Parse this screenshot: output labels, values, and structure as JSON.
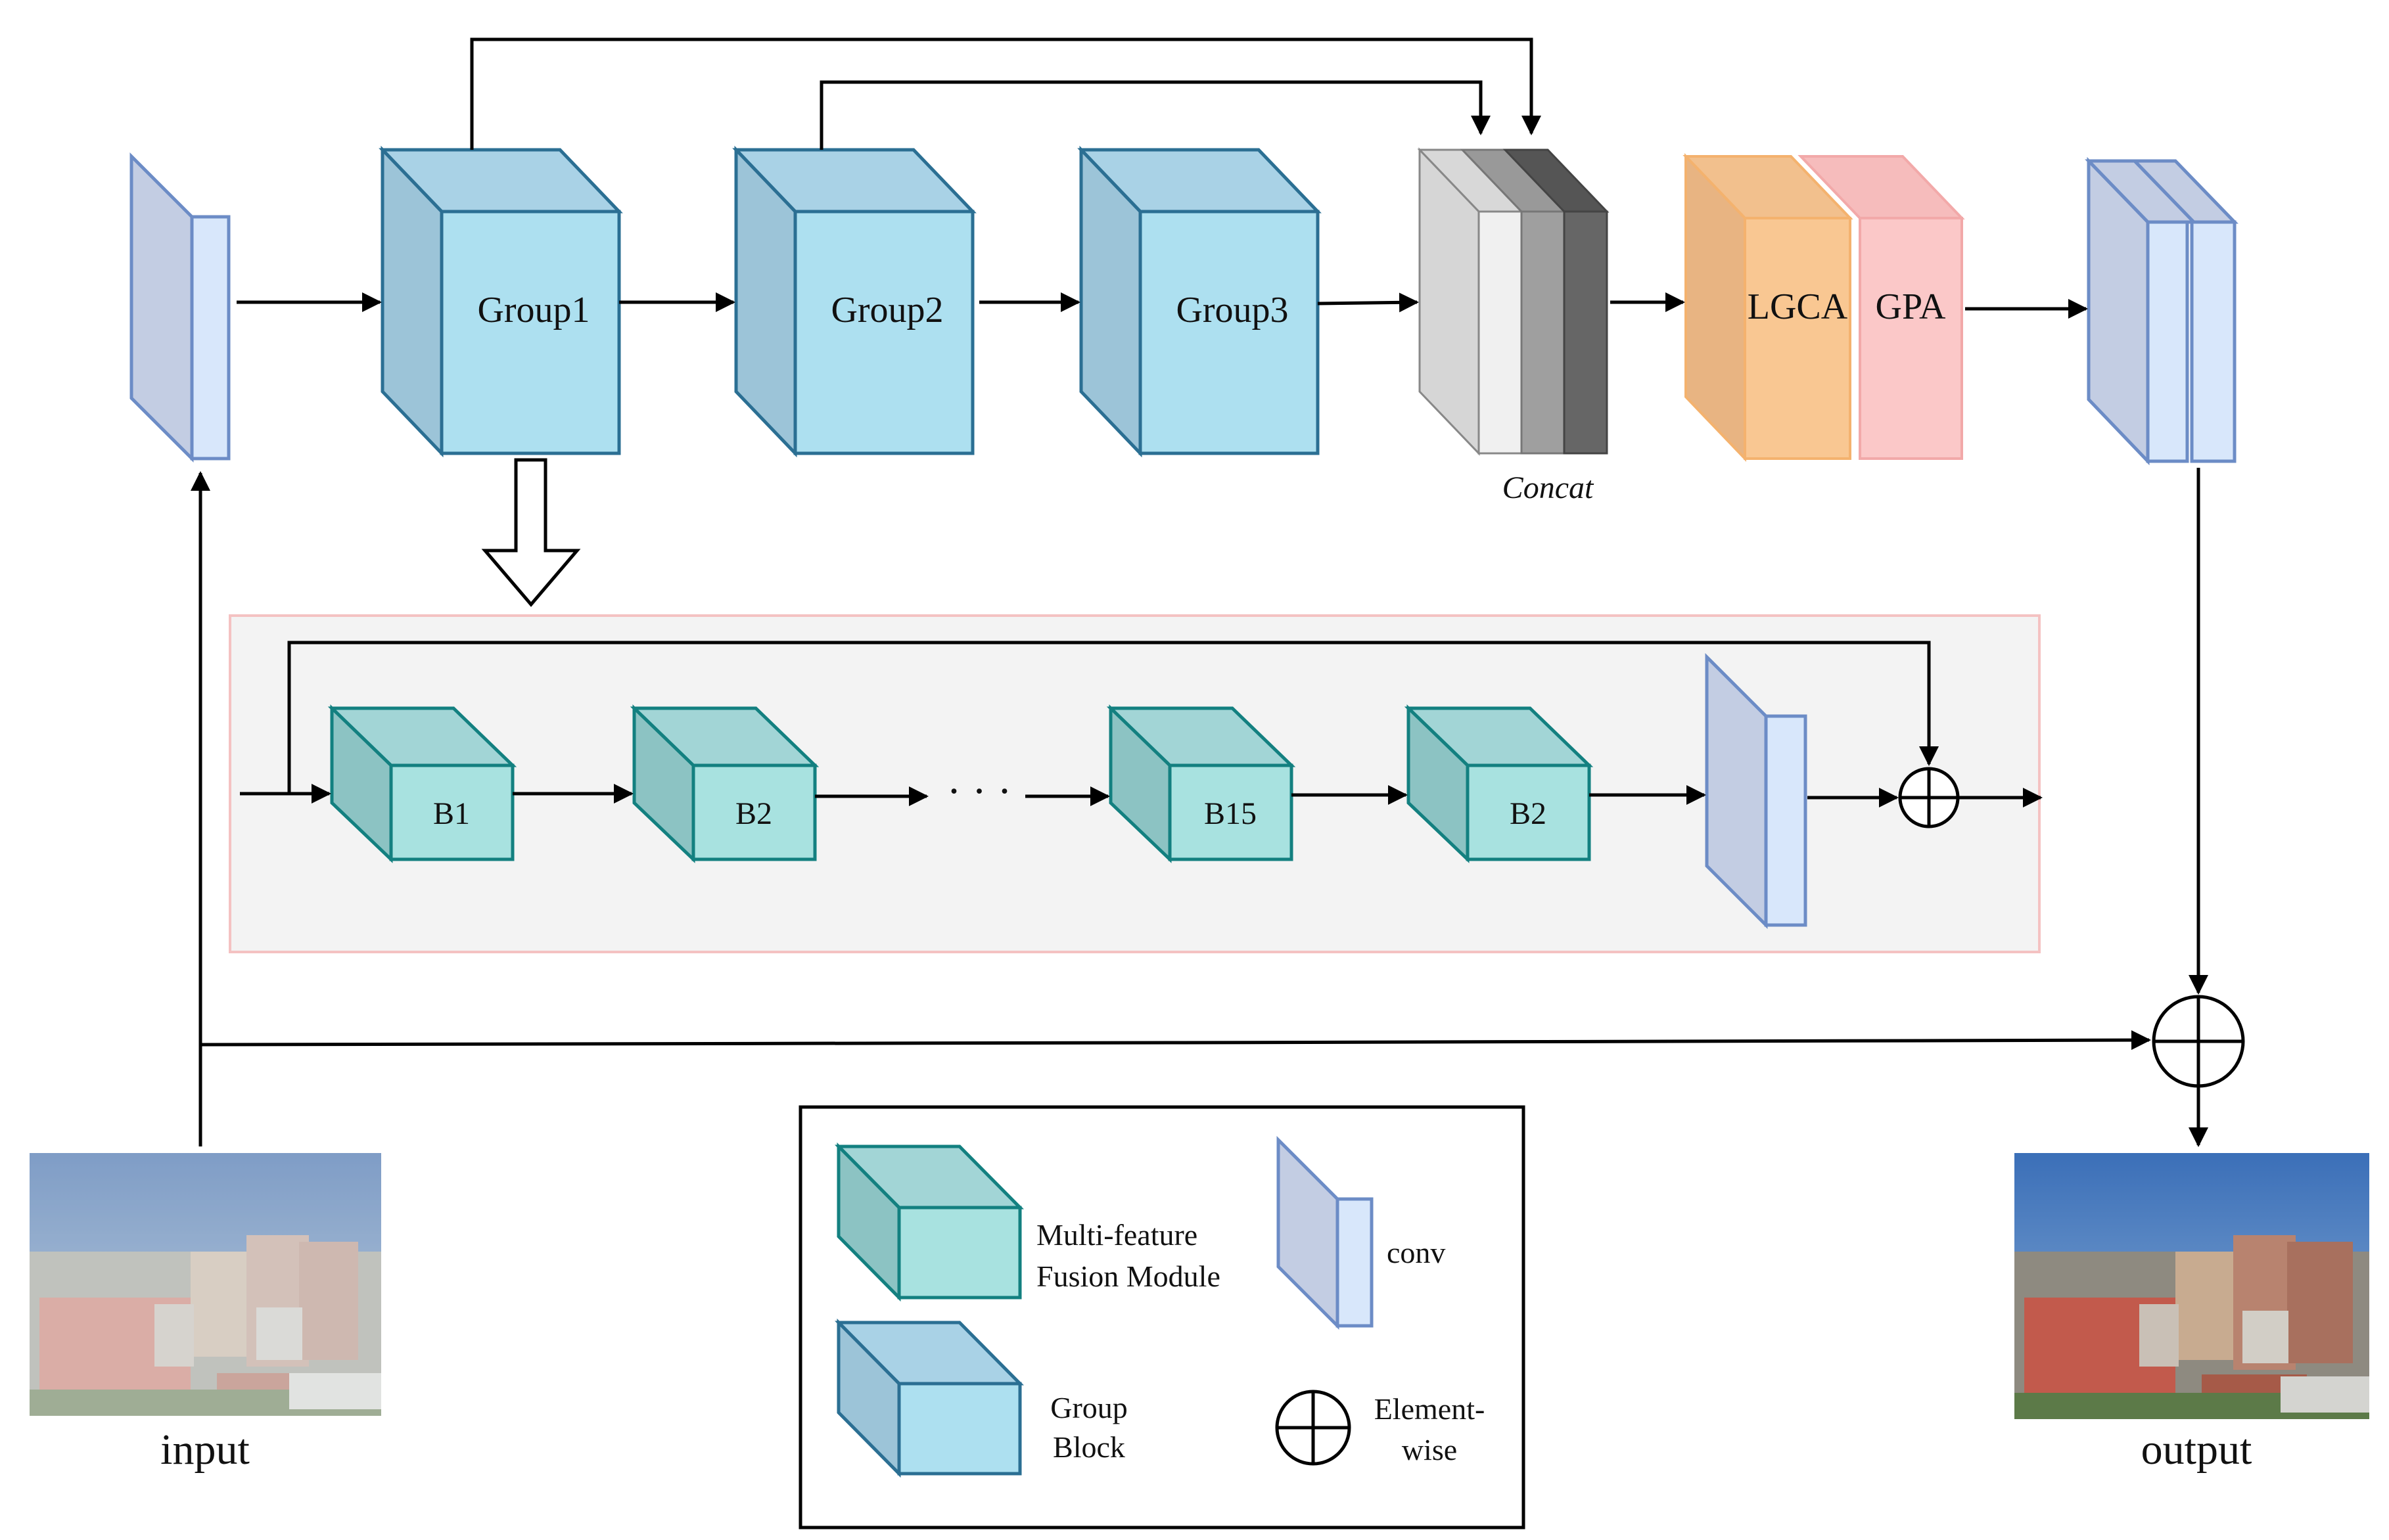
{
  "groups": {
    "g1": "Group1",
    "g2": "Group2",
    "g3": "Group3"
  },
  "concat_label": "Concat",
  "attention": {
    "lgca": "LGCA",
    "gpa": "GPA"
  },
  "blocks": {
    "b1": "B1",
    "b2": "B2",
    "ellipsis": "· · ·",
    "b15": "B15",
    "b2_last": "B2"
  },
  "io": {
    "input": "input",
    "output": "output"
  },
  "legend": {
    "mffm_line1": "Multi-feature",
    "mffm_line2": "Fusion Module",
    "group_line1": "Group",
    "group_line2": "Block",
    "conv": "conv",
    "elem_line1": "Element-",
    "elem_line2": "wise"
  },
  "colors": {
    "group_front": "#ade0f0",
    "group_side": "#9cc4d8",
    "group_top": "#a9d2e6",
    "group_stroke": "#2b6f93",
    "mffm_front": "#a8e2e0",
    "mffm_side": "#8cc3c3",
    "mffm_top": "#a2d5d6",
    "mffm_stroke": "#138080",
    "conv_front": "#d8e7fb",
    "conv_side": "#c3cde3",
    "conv_stroke": "#6c8cc6",
    "lgca": "#f9c792",
    "gpa": "#fbc8c8",
    "panel_bg": "#f3f3f3",
    "panel_border": "#f4c2c2"
  }
}
